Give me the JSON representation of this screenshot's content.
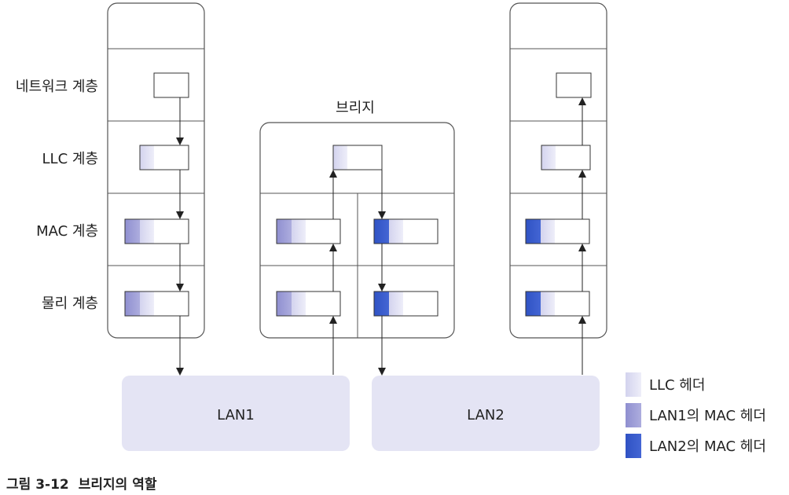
{
  "layers": {
    "network": "네트워크 계층",
    "llc": "LLC 계층",
    "mac": "MAC 계층",
    "physical": "물리 계층"
  },
  "bridge_title": "브리지",
  "lans": {
    "lan1": "LAN1",
    "lan2": "LAN2"
  },
  "legend": {
    "llc_header": "LLC 헤더",
    "lan1_mac_header": "LAN1의 MAC 헤더",
    "lan2_mac_header": "LAN2의 MAC 헤더"
  },
  "caption": {
    "number": "그림 3-12",
    "title": "브리지의 역할"
  },
  "colors": {
    "llc_header": "#dcdcf0",
    "lan1_mac_header": "#9d9dd6",
    "lan2_mac_header": "#3558c8",
    "lan_fill": "#e4e4f4",
    "box_stroke": "#555555",
    "arrow": "#222222"
  }
}
